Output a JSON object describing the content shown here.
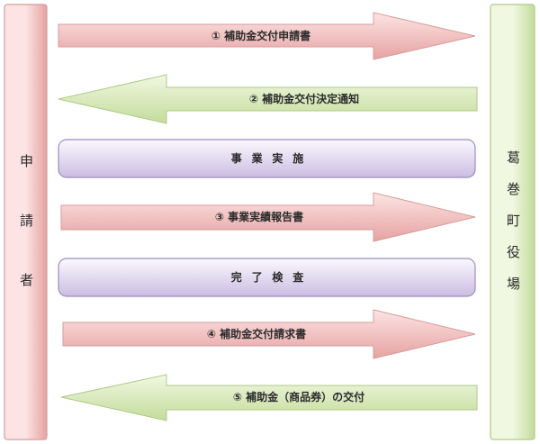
{
  "applicant": {
    "label": "申請者"
  },
  "office": {
    "label": "葛巻町役場"
  },
  "steps": [
    {
      "label": "① 補助金交付申請書"
    },
    {
      "label": "② 補助金交付決定通知"
    },
    {
      "label": "事業実施"
    },
    {
      "label": "③ 事業実績報告書"
    },
    {
      "label": "完了検査"
    },
    {
      "label": "④ 補助金交付請求書"
    },
    {
      "label": "⑤ 補助金（商品券）の交付"
    }
  ],
  "colors": {
    "pink_light": "#fde4e4",
    "pink_dark": "#e6a2a2",
    "pink_stroke": "#d79a9a",
    "green_light": "#f1f8e2",
    "green_dark": "#c3dc9b",
    "green_stroke": "#afca86",
    "purple_light": "#fbf9fe",
    "purple_dark": "#cbbde2",
    "purple_stroke": "#9b8bbd"
  }
}
